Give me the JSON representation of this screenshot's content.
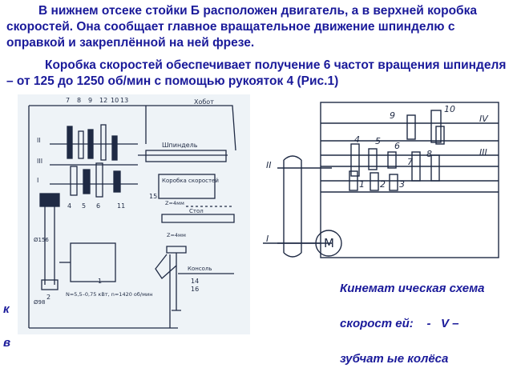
{
  "paragraph1": "В нижнем отсеке стойки Б  расположен двигатель, а в верхней коробка   скоростей. Она сообщает  главное вращательное движение шпинделю с оправкой и закреплённой на ней фрезе.",
  "paragraph2": "Коробка скоростей обеспечивает получение 6 частот вращения шпинделя – от 125 до 1250  об/мин с помощью рукояток  4 (Рис.1)",
  "caption": {
    "line1": "Кинемат ическая схема",
    "line2": "скорост ей:    -   V –",
    "line3": "зубчат ые колёса",
    "left_frag1": "к",
    "left_frag2": "в"
  },
  "left_diagram": {
    "gear_numbers": [
      "7",
      "8",
      "9",
      "12",
      "10",
      "13"
    ],
    "bottom_numbers": [
      "4",
      "5",
      "6",
      "11"
    ],
    "labels": {
      "bearing": "Хобот",
      "spindle": "Шпиндель",
      "gearbox": "Коробка скоростей",
      "stop": "Стол",
      "console": "Консоль",
      "motor_spec": "N=5,5–0,75 кВт, n=1420 об/мин",
      "diam1": "Ø156",
      "diam2": "Ø98",
      "shaft_2": "II",
      "shaft_3": "III",
      "shaft_1": "I",
      "n15": "15",
      "n14": "14",
      "n16": "16",
      "z1": "Z=4мм",
      "z2": "Z=4мм",
      "num1": "1",
      "num2": "2"
    }
  },
  "right_diagram": {
    "gear_numbers": [
      "9",
      "10",
      "4",
      "5",
      "6",
      "8",
      "7",
      "1",
      "2",
      "3"
    ],
    "shafts": [
      "IV",
      "III",
      "II",
      "I"
    ],
    "motor_label": "M"
  },
  "colors": {
    "text": "#1a1a9a",
    "ink": "#1f2a44",
    "paper": "#eef3f7"
  }
}
